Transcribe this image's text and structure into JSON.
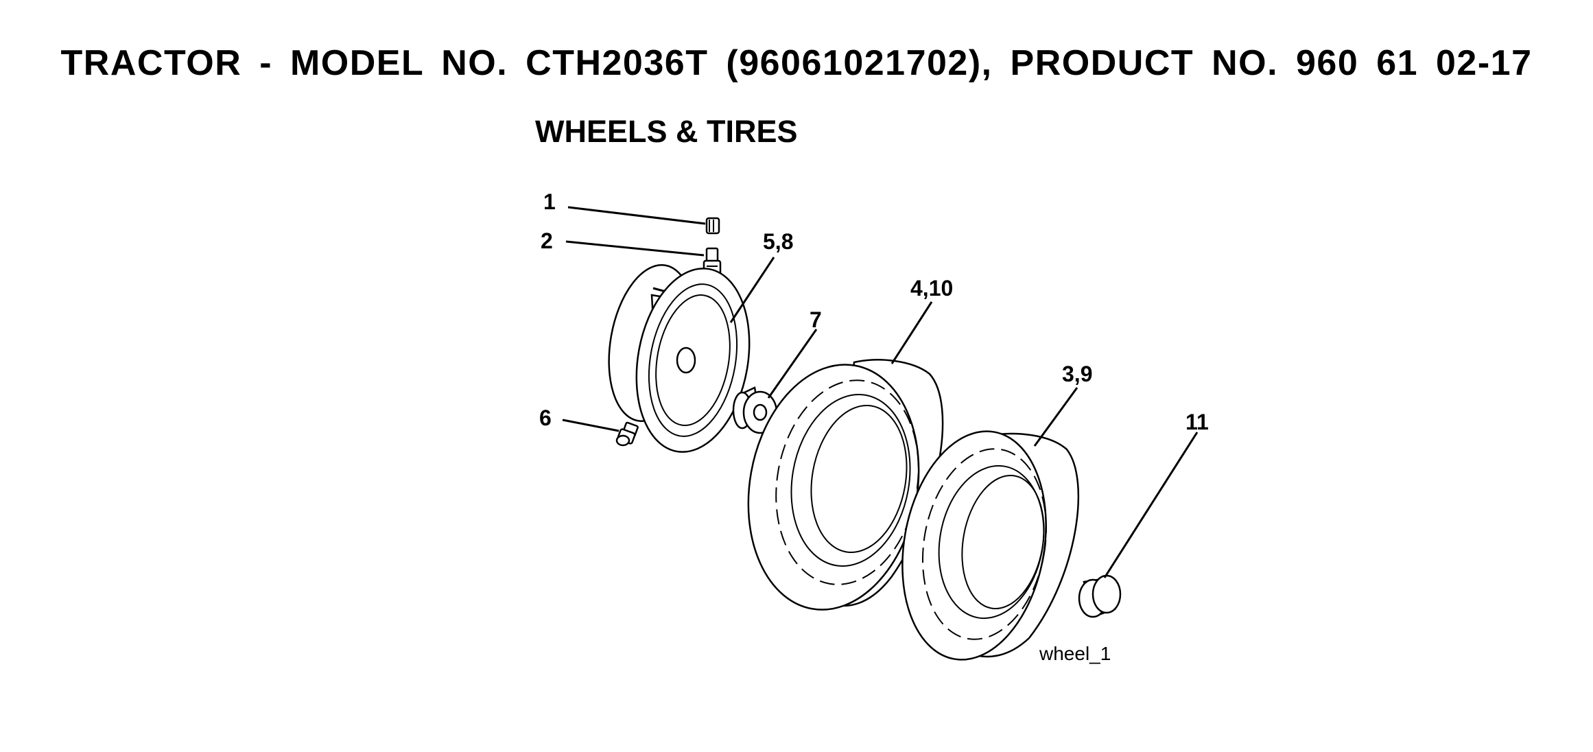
{
  "page": {
    "title": "TRACTOR - MODEL NO. CTH2036T (96061021702), PRODUCT NO. 960 61 02-17",
    "subtitle": "WHEELS & TIRES"
  },
  "diagram": {
    "figure_tag": "wheel_1",
    "callouts": [
      {
        "id": "c1",
        "label": "1"
      },
      {
        "id": "c2",
        "label": "2"
      },
      {
        "id": "c58",
        "label": "5,8"
      },
      {
        "id": "c7",
        "label": "7"
      },
      {
        "id": "c410",
        "label": "4,10"
      },
      {
        "id": "c39",
        "label": "3,9"
      },
      {
        "id": "c6",
        "label": "6"
      },
      {
        "id": "c11",
        "label": "11"
      }
    ]
  },
  "colors": {
    "ink": "#000000",
    "paper": "#ffffff"
  }
}
